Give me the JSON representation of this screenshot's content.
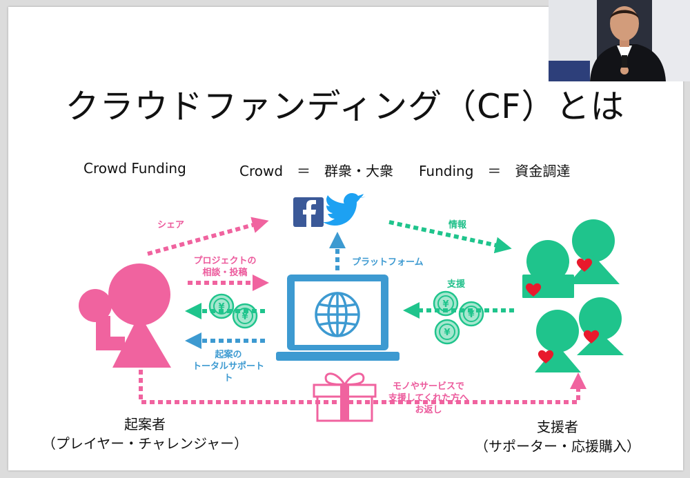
{
  "slide": {
    "title": "クラウドファンディング（CF）とは",
    "definitions": {
      "term": "Crowd Funding",
      "crowd_def": "Crowd　＝　群衆・大衆",
      "funding_def": "Funding　＝　資金調達"
    },
    "diagram": {
      "share": "シェア",
      "info": "情報",
      "platform": "プラットフォーム",
      "project_line1": "プロジェクトの",
      "project_line2": "相談・投稿",
      "support": "支援",
      "total_support_line1": "起案の",
      "total_support_line2": "トータルサポート",
      "total_support_line3": "ト",
      "reward_line1": "モノやサービスで",
      "reward_line2": "支援してくれた方へ",
      "reward_line3": "お返し",
      "coin_symbol": "¥"
    },
    "left_caption": {
      "name": "起案者",
      "detail": "（プレイヤー・チャレンジャー）"
    },
    "right_caption": {
      "name": "支援者",
      "detail": "（サポーター・応援購入）"
    }
  },
  "colors": {
    "pink": "#f0639f",
    "green": "#1fc48c",
    "blue": "#3d9ad1",
    "heart": "#e8192c",
    "facebook": "#3b5998",
    "twitter": "#1da1f2"
  },
  "icons": [
    "facebook-icon",
    "twitter-icon",
    "laptop-icon",
    "globe-icon",
    "gift-icon",
    "yen-coin-icon",
    "heart-icon"
  ]
}
